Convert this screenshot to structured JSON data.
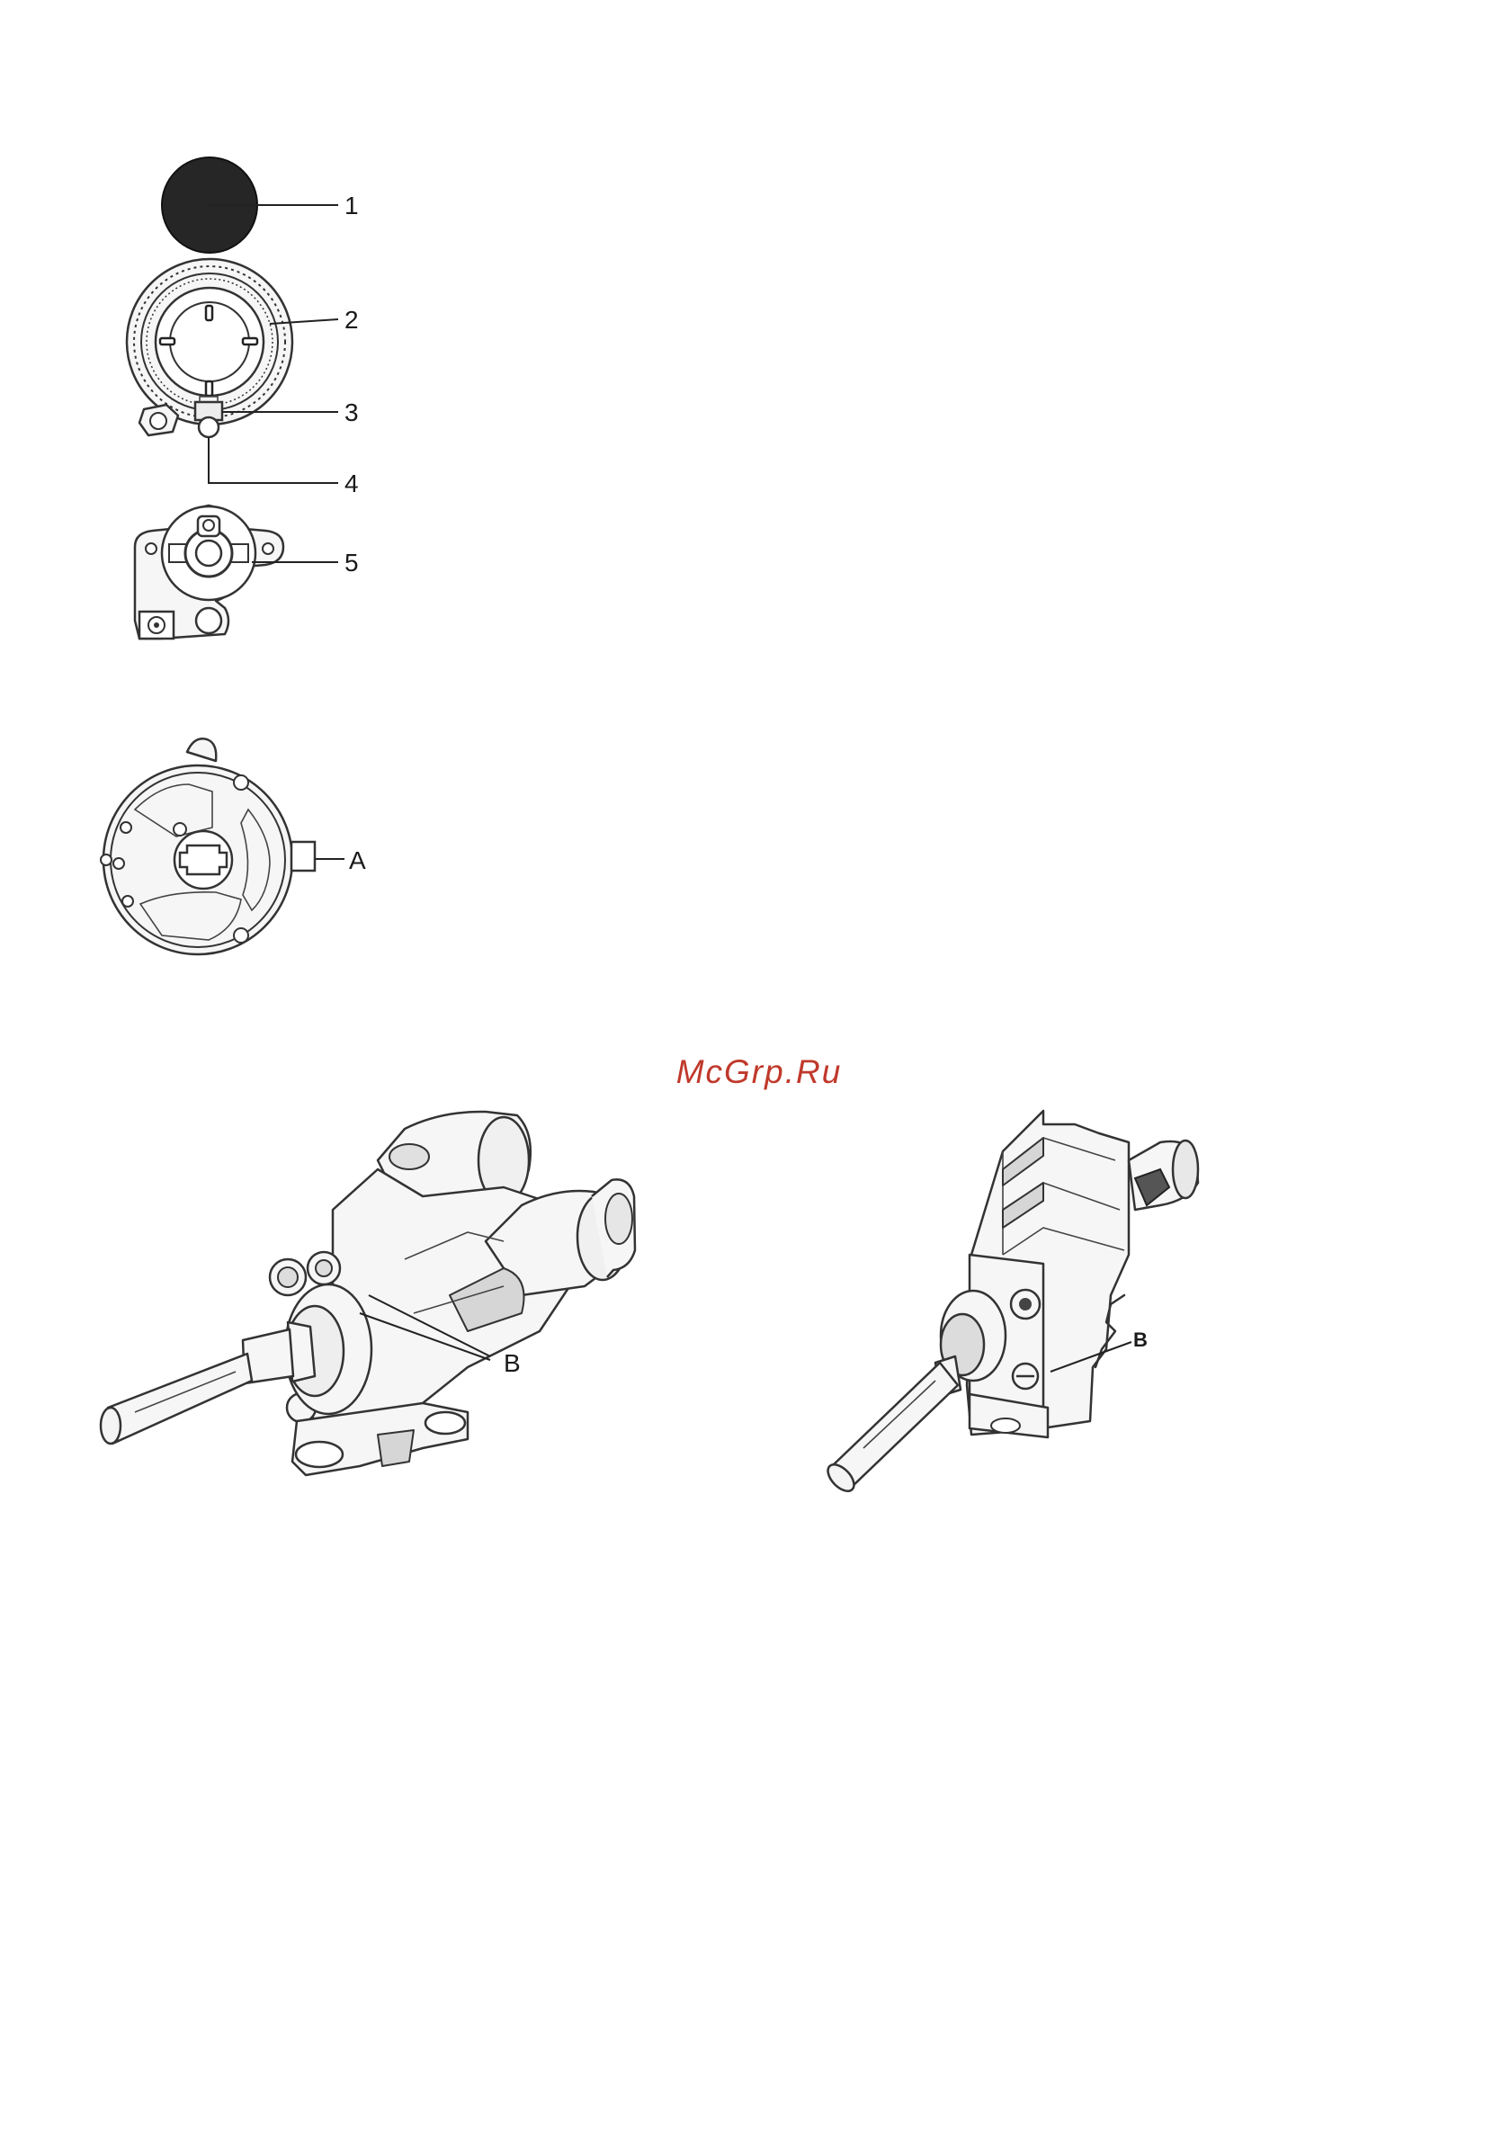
{
  "exploded_view": {
    "callouts": [
      "1",
      "2",
      "3",
      "4",
      "5"
    ]
  },
  "rear_view": {
    "callout": "A"
  },
  "watermark": {
    "text": "McGrp.Ru",
    "color": "#c0392b"
  },
  "valve_left": {
    "callout": "B"
  },
  "valve_right": {
    "callout": "B"
  }
}
